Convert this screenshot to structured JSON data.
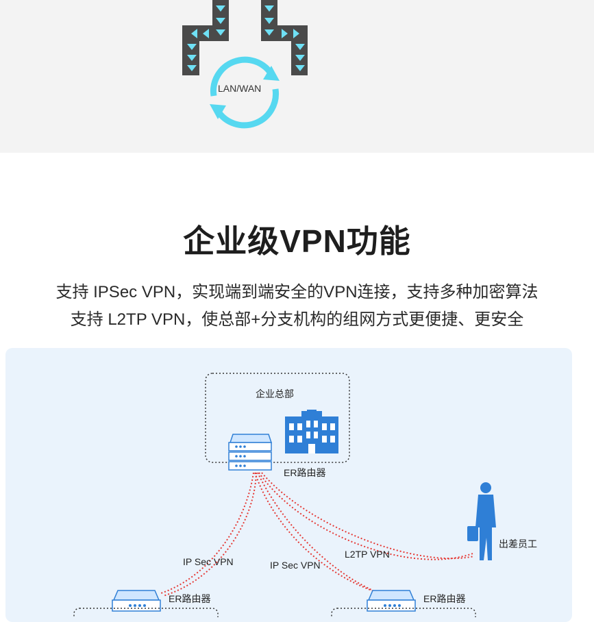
{
  "top_graphic": {
    "lanwan_label": "LAN/WAN"
  },
  "section": {
    "title": "企业级VPN功能",
    "line1": "支持 IPSec VPN，实现端到端安全的VPN连接，支持多种加密算法",
    "line2": "支持 L2TP VPN，使总部+分支机构的组网方式更便捷、更安全"
  },
  "diagram": {
    "hq_label": "企业总部",
    "hq_router_label": "ER路由器",
    "traveler_label": "出差员工",
    "l2tp_label": "L2TP VPN",
    "ipsec_left_label": "IP Sec VPN",
    "ipsec_mid_label": "IP Sec VPN",
    "branch_left_router_label": "ER路由器",
    "branch_right_router_label": "ER路由器"
  },
  "colors": {
    "accent_blue": "#2f7fd6",
    "vpn_line_red": "#e53935",
    "arrow_cyan": "#56d8f0"
  }
}
